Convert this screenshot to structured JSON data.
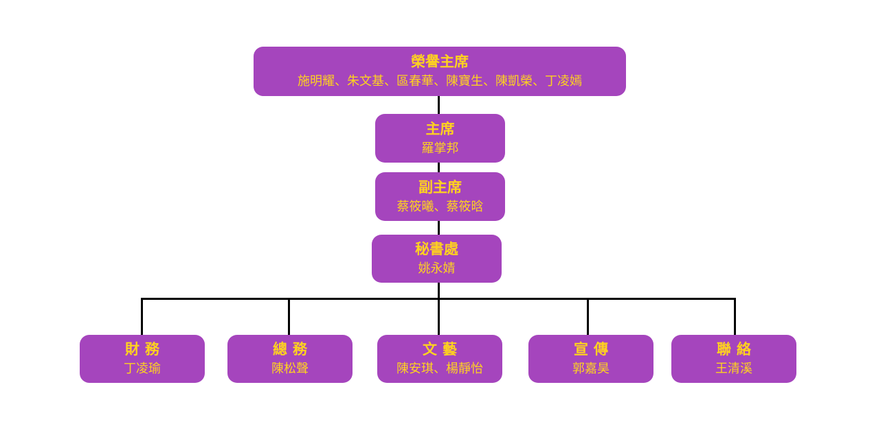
{
  "colors": {
    "box_fill": "#a545bd",
    "text": "#ffd21f",
    "connector": "#000000"
  },
  "honorary_chair": {
    "title": "榮譽主席",
    "names": "施明耀、朱文基、區春華、陳寶生、陳凱榮、丁凌嫣"
  },
  "chair": {
    "title": "主席",
    "names": "羅掌邦"
  },
  "vice_chair": {
    "title": "副主席",
    "names": "蔡筱曦、蔡筱晗"
  },
  "secretariat": {
    "title": "秘書處",
    "names": "姚永婧"
  },
  "departments": [
    {
      "title": "財務",
      "names": "丁凌瑜"
    },
    {
      "title": "總務",
      "names": "陳松聲"
    },
    {
      "title": "文藝",
      "names": "陳安琪、楊靜怡"
    },
    {
      "title": "宣傳",
      "names": "郭嘉昊"
    },
    {
      "title": "聯絡",
      "names": "王清溪"
    }
  ]
}
